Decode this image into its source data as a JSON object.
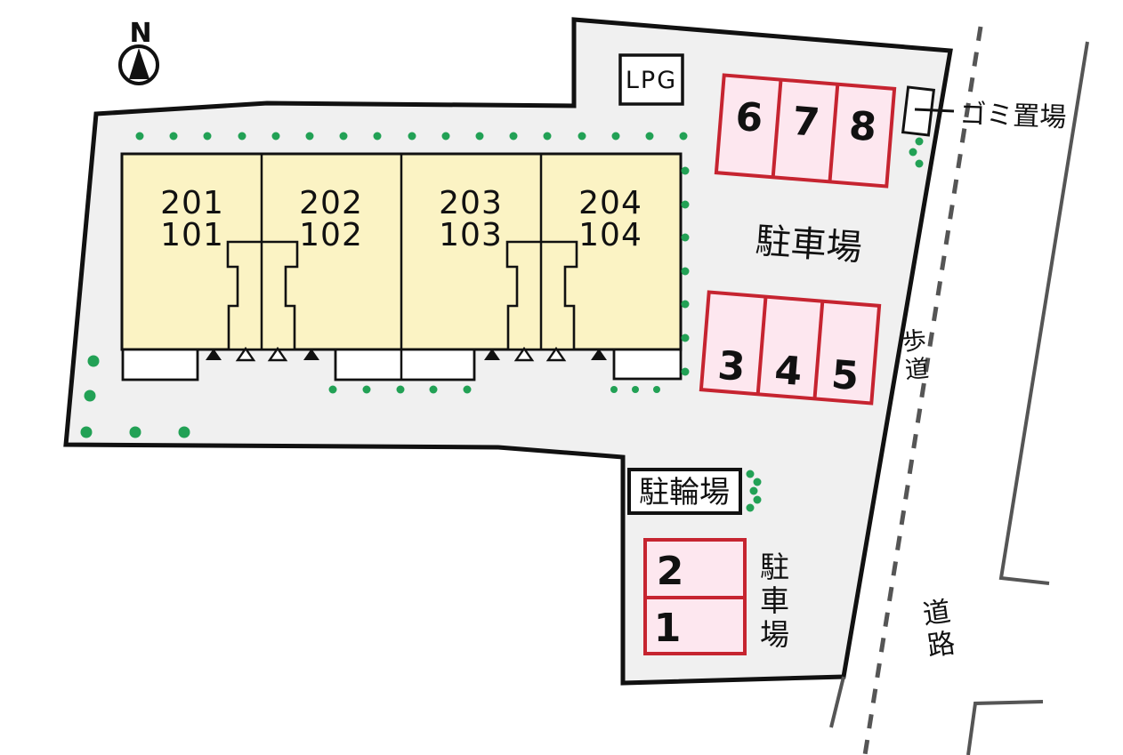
{
  "plan": {
    "compass": {
      "north_label": "N"
    },
    "building": {
      "units": [
        {
          "upper": "201",
          "lower": "101"
        },
        {
          "upper": "202",
          "lower": "102"
        },
        {
          "upper": "203",
          "lower": "103"
        },
        {
          "upper": "204",
          "lower": "104"
        }
      ]
    },
    "facilities": {
      "lpg": "LPG",
      "garbage": "ゴミ置場",
      "bicycle": "駐輪場"
    },
    "areas": {
      "parking_upper": "駐車場",
      "parking_lower": "駐車場",
      "sidewalk": "歩道",
      "road": "道路"
    },
    "parking_spaces": {
      "row_678": [
        "6",
        "7",
        "8"
      ],
      "row_345": [
        "3",
        "4",
        "5"
      ],
      "column_21": [
        "2",
        "1"
      ]
    },
    "colors": {
      "site_fill": "#f0f0f0",
      "building_fill": "#fbf3c4",
      "parking_fill": "#fde7ef",
      "parking_border": "#c62430",
      "tree_green": "#22a155",
      "road_gray": "#555555",
      "line_black": "#111111"
    },
    "trees": {
      "groups": [
        {
          "name": "row-above-building",
          "r": 4.5,
          "points": [
            [
              157,
              153
            ],
            [
              195,
              153
            ],
            [
              233,
              153
            ],
            [
              272,
              153
            ],
            [
              310,
              153
            ],
            [
              348,
              153
            ],
            [
              386,
              153
            ],
            [
              424,
              153
            ],
            [
              463,
              153
            ],
            [
              501,
              153
            ],
            [
              539,
              153
            ],
            [
              577,
              153
            ],
            [
              615,
              153
            ],
            [
              654,
              153
            ],
            [
              692,
              153
            ],
            [
              730,
              153
            ],
            [
              768,
              153
            ]
          ]
        },
        {
          "name": "col-right-of-building",
          "r": 4.5,
          "points": [
            [
              770,
              192
            ],
            [
              770,
              230
            ],
            [
              770,
              267
            ],
            [
              770,
              305
            ],
            [
              770,
              342
            ],
            [
              770,
              380
            ],
            [
              770,
              418
            ]
          ]
        },
        {
          "name": "left-cluster",
          "r": 6.5,
          "points": [
            [
              105,
              406
            ],
            [
              101,
              445
            ],
            [
              97,
              486
            ],
            [
              152,
              486
            ],
            [
              207,
              486
            ]
          ]
        },
        {
          "name": "below-center-porch",
          "r": 4.5,
          "points": [
            [
              374,
              438
            ],
            [
              412,
              438
            ],
            [
              450,
              438
            ],
            [
              487,
              438
            ],
            [
              525,
              438
            ]
          ]
        },
        {
          "name": "below-right-porch",
          "r": 4,
          "points": [
            [
              690,
              438
            ],
            [
              714,
              438
            ],
            [
              738,
              438
            ]
          ]
        },
        {
          "name": "near-garbage",
          "r": 4.5,
          "points": [
            [
              1033,
              159
            ],
            [
              1026,
              171
            ],
            [
              1033,
              184
            ]
          ]
        },
        {
          "name": "near-bicycle",
          "r": 4.5,
          "points": [
            [
              843,
              533
            ],
            [
              851,
              542
            ],
            [
              847,
              552
            ],
            [
              851,
              562
            ],
            [
              843,
              571
            ]
          ]
        }
      ]
    }
  }
}
